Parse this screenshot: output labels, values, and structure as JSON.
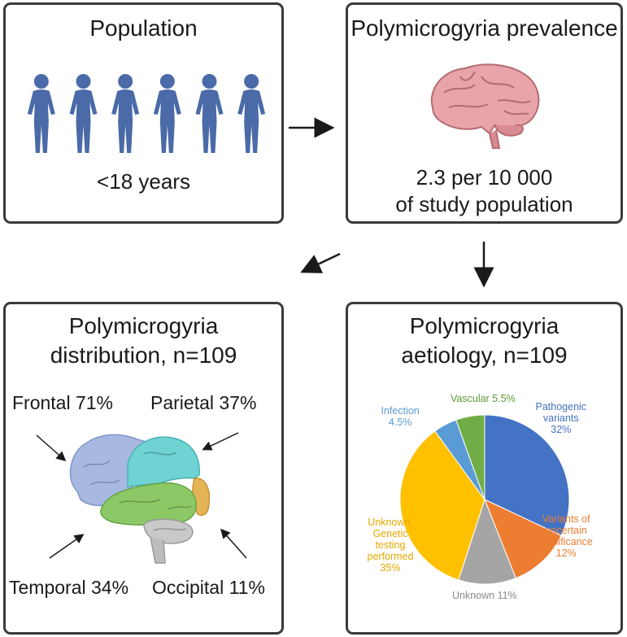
{
  "colors": {
    "border": "#3a3a3a",
    "person": "#4a6aa8",
    "arrow": "#1a1a1a"
  },
  "population": {
    "title": "Population",
    "age_label": "<18 years",
    "figure_count": 6
  },
  "prevalence": {
    "title": "Polymicrogyria prevalence",
    "value_line1": "2.3 per 10 000",
    "value_line2": "of study population"
  },
  "distribution": {
    "title_line1": "Polymicrogyria",
    "title_line2": "distribution, n=109",
    "regions": [
      {
        "label": "Frontal 71%",
        "color": "#a7b9e0"
      },
      {
        "label": "Parietal 37%",
        "color": "#6fd3d3"
      },
      {
        "label": "Temporal 34%",
        "color": "#8cc966"
      },
      {
        "label": "Occipital 11%",
        "color": "#e3b557"
      }
    ]
  },
  "aetiology": {
    "title_line1": "Polymicrogyria",
    "title_line2": "aetiology, n=109"
  },
  "chart_data": {
    "type": "pie",
    "slices": [
      {
        "label_lines": [
          "Pathogenic",
          "variants",
          "32%"
        ],
        "value": 32,
        "color": "#4472c4"
      },
      {
        "label_lines": [
          "Variants of",
          "uncertain",
          "significance",
          "12%"
        ],
        "value": 12,
        "color": "#ed7d31"
      },
      {
        "label_lines": [
          "Unknown 11%"
        ],
        "value": 11,
        "color": "#a5a5a5"
      },
      {
        "label_lines": [
          "Unknown.",
          "Genetic",
          "testing",
          "performed",
          "35%"
        ],
        "value": 35,
        "color": "#ffc000"
      },
      {
        "label_lines": [
          "Infection",
          "4.5%"
        ],
        "value": 4.5,
        "color": "#5b9bd5"
      },
      {
        "label_lines": [
          "Vascular 5.5%"
        ],
        "value": 5.5,
        "color": "#70ad47"
      }
    ]
  }
}
